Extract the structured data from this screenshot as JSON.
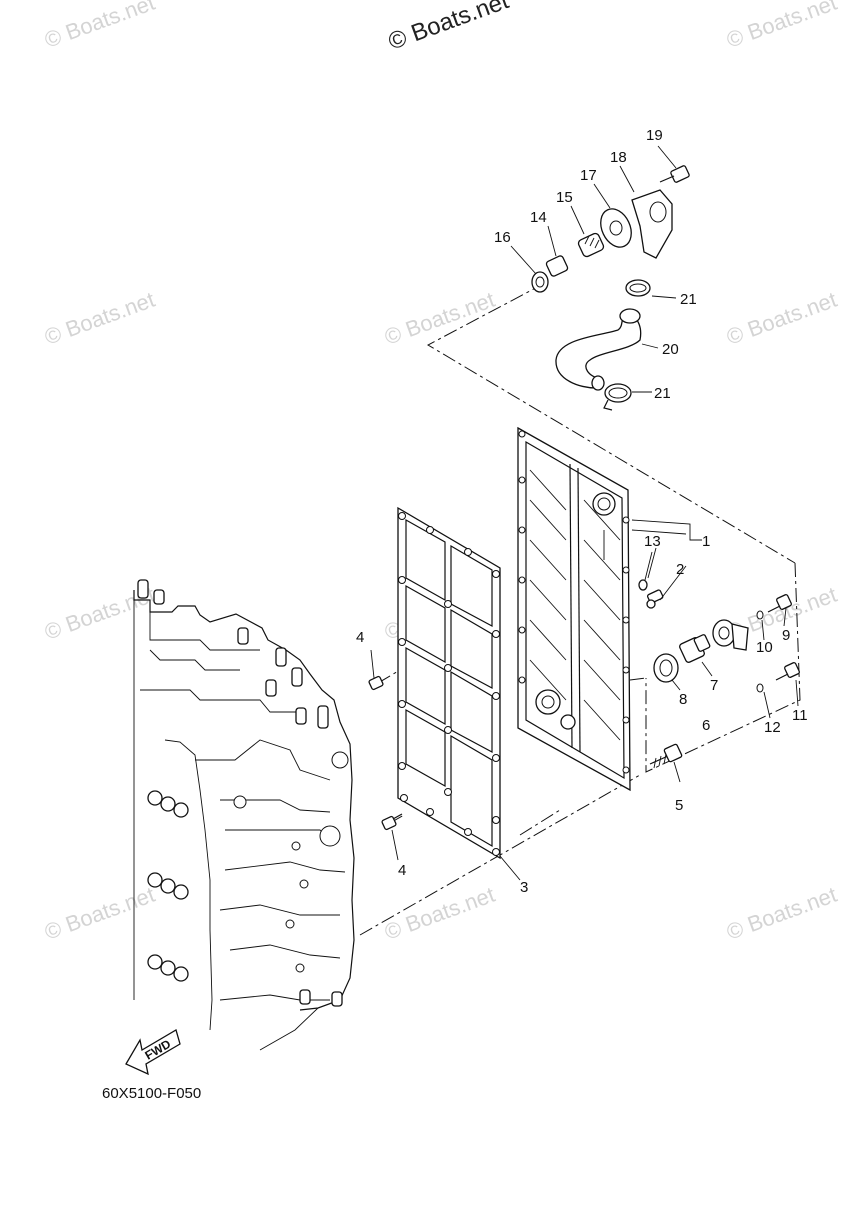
{
  "diagram": {
    "figure_code": "60X5100-F050",
    "fwd_label": "FWD",
    "watermark_text": "© Boats.net",
    "callouts": [
      "1",
      "2",
      "3",
      "4",
      "4",
      "5",
      "6",
      "7",
      "8",
      "9",
      "10",
      "11",
      "12",
      "13",
      "14",
      "15",
      "16",
      "17",
      "18",
      "19",
      "20",
      "21",
      "21"
    ]
  }
}
